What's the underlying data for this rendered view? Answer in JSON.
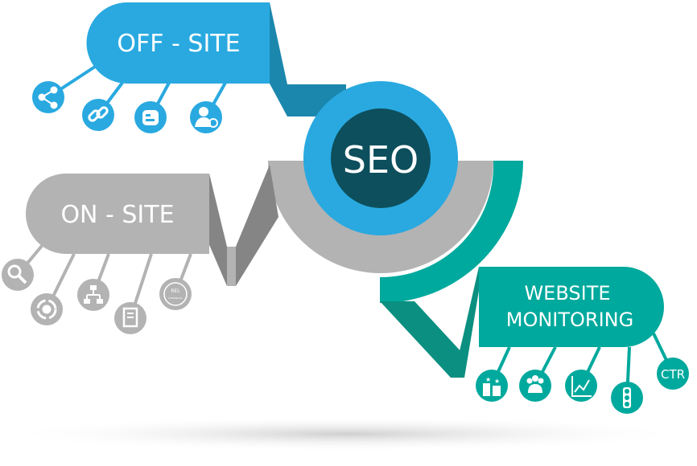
{
  "center": {
    "label": "SEO"
  },
  "off_site": {
    "label": "OFF - SITE",
    "icons": [
      "share-icon",
      "link-icon",
      "blogger-icon",
      "user-sync-icon"
    ]
  },
  "on_site": {
    "label": "ON - SITE",
    "icons": [
      "search-icon",
      "gear-refresh-icon",
      "sitemap-icon",
      "document-icon",
      "rel-canonical-icon"
    ],
    "rel_text": "REL",
    "canonical_text": "CANONICAL"
  },
  "monitoring": {
    "label_line1": "WEBSITE",
    "label_line2": "MONITORING",
    "icons": [
      "ranking-icon",
      "users-icon",
      "chart-icon",
      "traffic-light-icon",
      "ctr-icon"
    ],
    "ctr_text": "CTR"
  },
  "colors": {
    "blue": "#29a9e0",
    "blue_dark": "#1b87ad",
    "navy": "#0d4f5c",
    "gray": "#b3b3b3",
    "gray_dark": "#858585",
    "teal": "#00a99d",
    "teal_dark": "#0a8f80"
  }
}
